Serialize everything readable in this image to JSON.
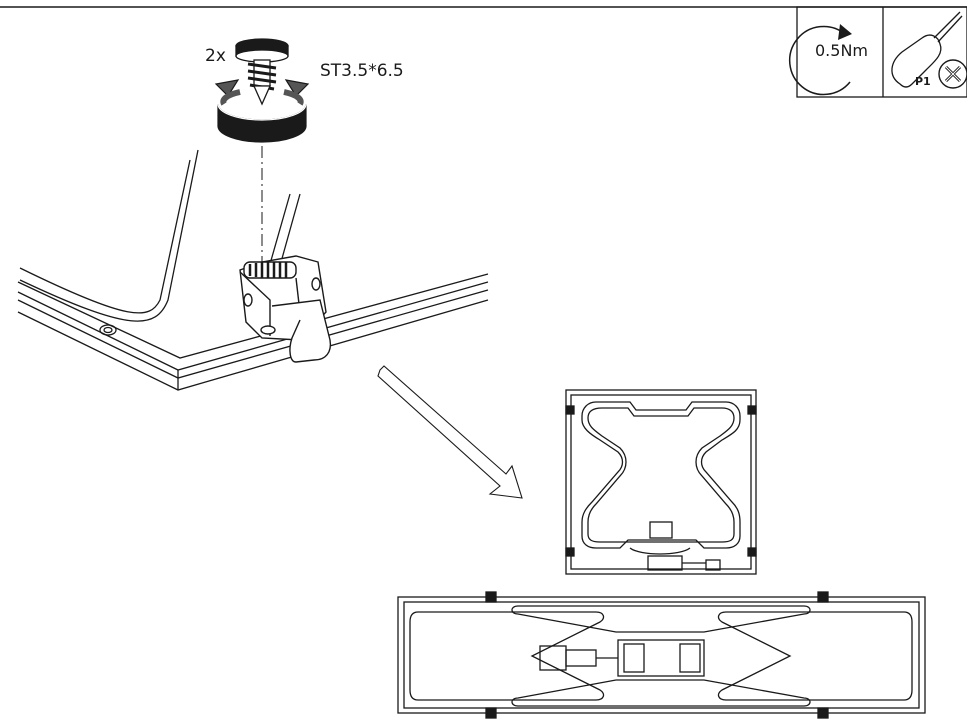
{
  "screw": {
    "quantity": "2x",
    "spec": "ST3.5*6.5"
  },
  "tools": {
    "torque": "0.5Nm",
    "bit": "P1",
    "torque_icon": "rotate-clockwise-icon",
    "screwdriver_icon": "screwdriver-icon",
    "not_allowed_icon": "circle-x-icon"
  },
  "colors": {
    "line": "#1a1a1a",
    "background": "#ffffff"
  }
}
